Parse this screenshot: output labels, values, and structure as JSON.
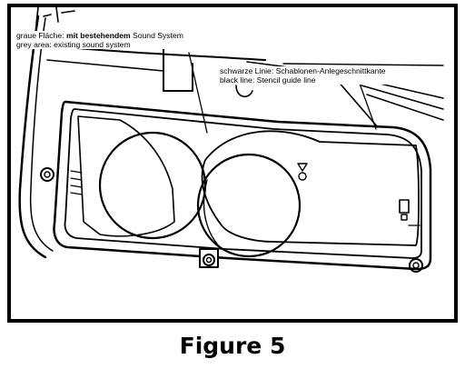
{
  "labels": {
    "grey_area_de_prefix": "graue Fläche: ",
    "grey_area_de_bold": "mit bestehendem",
    "grey_area_de_suffix": " Sound System",
    "grey_area_en": "grey area: existing sound system",
    "black_line_de": "schwarze Linie: Schablonen-Anlegeschnittkante",
    "black_line_en": "black line: Stencil guide line"
  },
  "caption": "Figure 5",
  "colors": {
    "ink": "#000000",
    "paper": "#ffffff"
  }
}
